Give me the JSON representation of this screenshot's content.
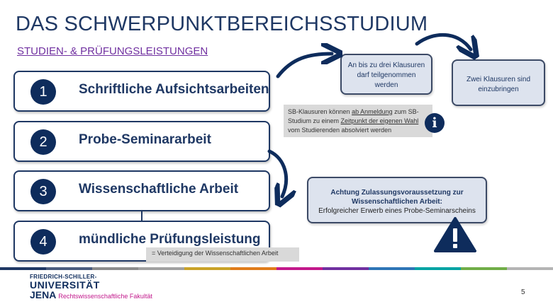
{
  "title": "DAS SCHWERPUNKTBEREICHSSTUDIUM",
  "subtitle": "STUDIEN- & PRÜFUNGSLEISTUNGEN",
  "steps": [
    {
      "number": "1",
      "label": "Schriftliche Aufsichtsarbeiten"
    },
    {
      "number": "2",
      "label": "Probe-Seminararbeit"
    },
    {
      "number": "3",
      "label": "Wissenschaftliche Arbeit"
    },
    {
      "number": "4",
      "label": "mündliche Prüfungsleistung"
    }
  ],
  "callouts": {
    "attempts": "An bis zu drei Klausuren darf teilgenommen werden",
    "submit": "Zwei Klausuren sind einzubringen",
    "admission_title": "Achtung Zulassungsvoraussetzung zur Wissenschaftlichen Arbeit:",
    "admission_text": "Erfolgreicher Erwerb eines Probe-Seminarscheins"
  },
  "info_note": {
    "part1": "SB-Klausuren können ",
    "link1": "ab Anmeldung",
    "part2": " zum SB-Studium zu einem ",
    "link2": "Zeitpunkt der eigenen Wahl",
    "part3": " vom Studierenden absolviert werden"
  },
  "defense_note": "= Verteidigung der Wissenschaftlichen Arbeit",
  "footer": {
    "uni_line1": "FRIEDRICH-SCHILLER-",
    "uni_line2": "UNIVERSITÄT",
    "uni_line3": "JENA",
    "faculty": "Rechtswissenschaftliche Fakultät",
    "page_number": "5"
  },
  "icons": {
    "info": "info-icon",
    "warning": "warning-icon"
  },
  "colors": {
    "primary": "#1f3864",
    "accent": "#7030a0",
    "faculty": "#c2188b",
    "callout_bg": "#dde3ee",
    "note_bg": "#d9d9d9"
  }
}
